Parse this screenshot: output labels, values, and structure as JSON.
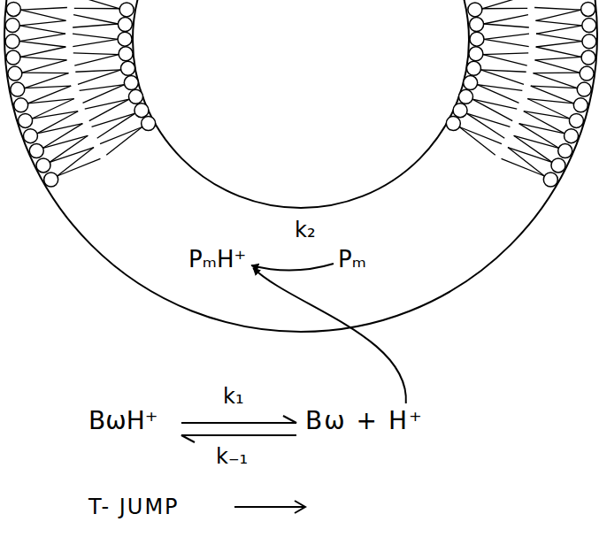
{
  "diagram": {
    "labels": [
      "PₘH⁺",
      "k₂",
      "Pₘ",
      "BωH⁺",
      "k₁",
      "k₋₁",
      "Bω + H⁺",
      "T- JUMP"
    ]
  }
}
